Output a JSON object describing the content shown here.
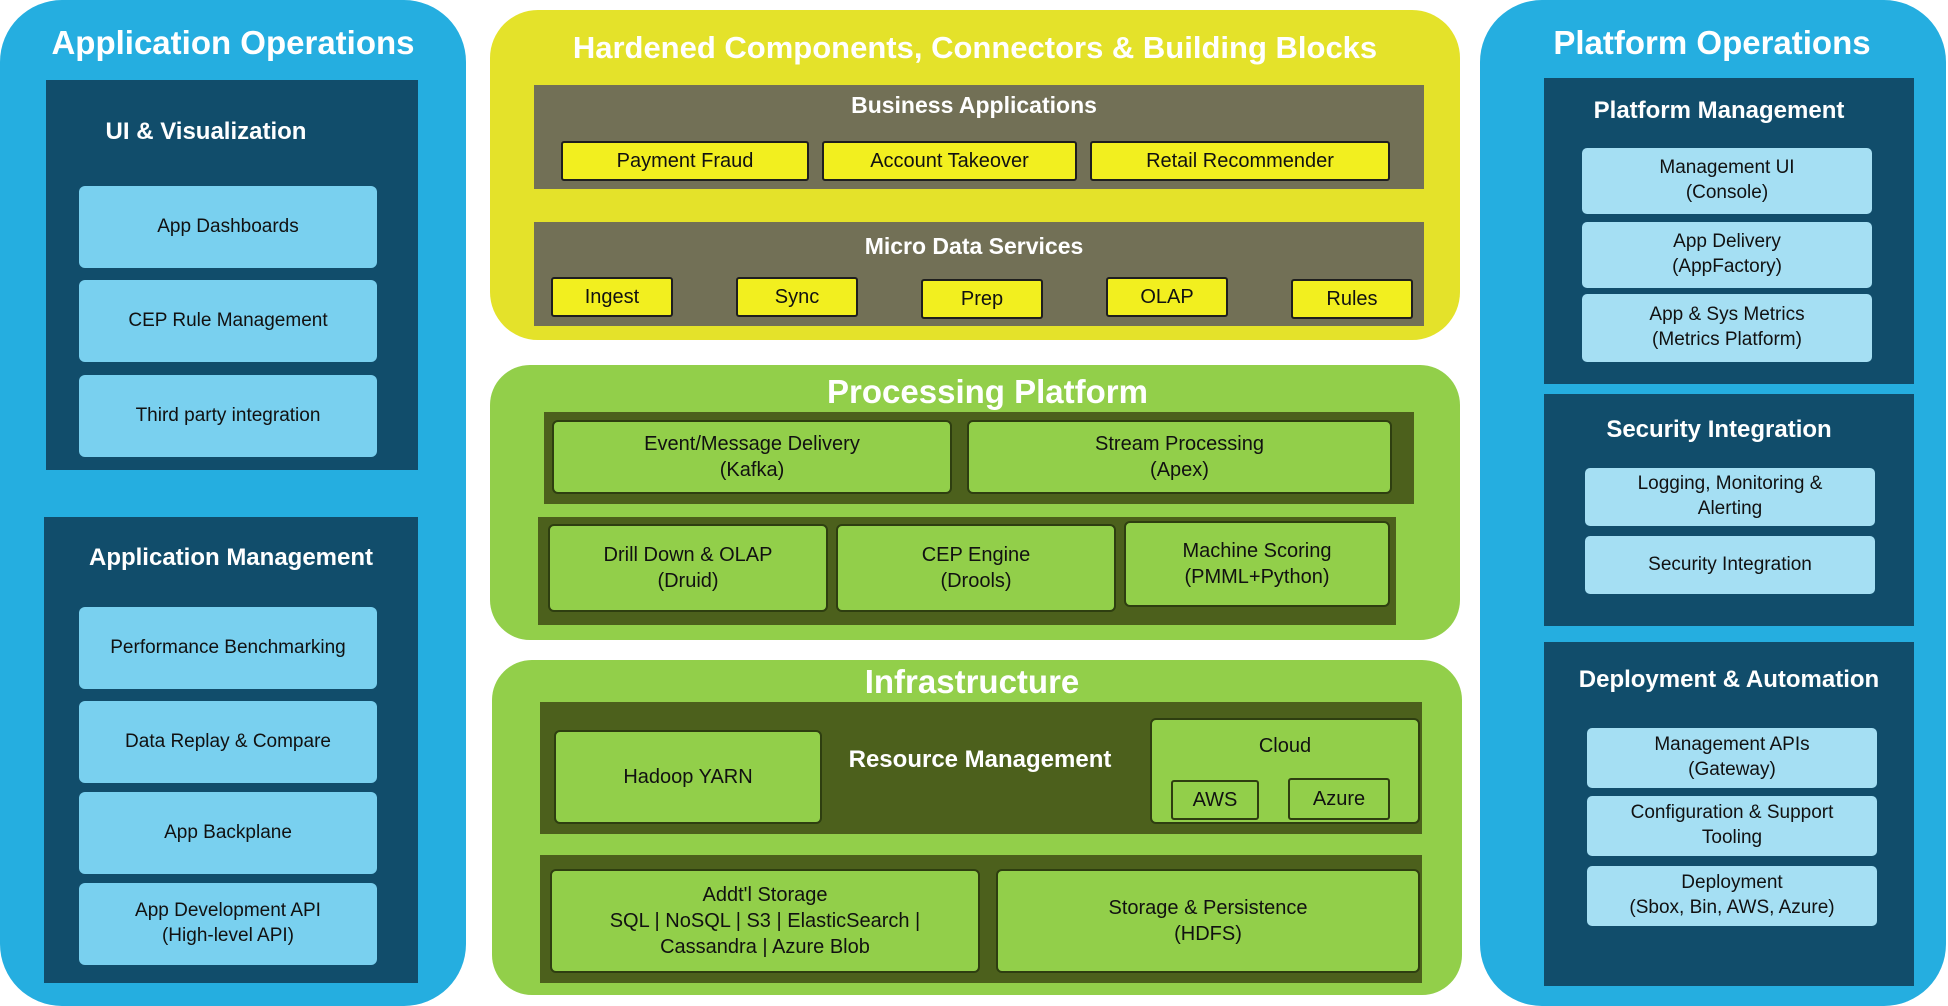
{
  "left": {
    "title": "Application Operations",
    "ui_section": {
      "title": "UI & Visualization",
      "items": [
        "App Dashboards",
        "CEP Rule Management",
        "Third party integration"
      ]
    },
    "mgmt_section": {
      "title": "Application Management",
      "items": [
        "Performance Benchmarking",
        "Data Replay & Compare",
        "App Backplane",
        "App Development API\n(High-level API)"
      ]
    }
  },
  "center": {
    "hardened": {
      "title": "Hardened Components, Connectors & Building Blocks",
      "business": {
        "title": "Business Applications",
        "items": [
          "Payment Fraud",
          "Account Takeover",
          "Retail Recommender"
        ]
      },
      "micro": {
        "title": "Micro Data Services",
        "items": [
          "Ingest",
          "Sync",
          "Prep",
          "OLAP",
          "Rules"
        ]
      }
    },
    "processing": {
      "title": "Processing Platform",
      "row1": [
        "Event/Message Delivery\n(Kafka)",
        "Stream Processing\n(Apex)"
      ],
      "row2": [
        "Drill Down & OLAP\n(Druid)",
        "CEP Engine\n(Drools)",
        "Machine Scoring\n(PMML+Python)"
      ]
    },
    "infrastructure": {
      "title": "Infrastructure",
      "hadoop": "Hadoop YARN",
      "resource_label": "Resource Management",
      "cloud": {
        "title": "Cloud",
        "items": [
          "AWS",
          "Azure"
        ]
      },
      "storage_addl": "Addt'l Storage\nSQL | NoSQL | S3 | ElasticSearch |\nCassandra | Azure Blob",
      "storage_persist": "Storage & Persistence\n(HDFS)"
    }
  },
  "right": {
    "title": "Platform Operations",
    "platform_mgmt": {
      "title": "Platform Management",
      "items": [
        "Management UI\n(Console)",
        "App Delivery\n(AppFactory)",
        "App & Sys Metrics\n(Metrics Platform)"
      ]
    },
    "security": {
      "title": "Security Integration",
      "items": [
        "Logging, Monitoring &\nAlerting",
        "Security Integration"
      ]
    },
    "deployment": {
      "title": "Deployment & Automation",
      "items": [
        "Management APIs\n(Gateway)",
        "Configuration & Support\nTooling",
        "Deployment\n(Sbox, Bin, AWS, Azure)"
      ]
    }
  },
  "colors": {
    "blue_column": "#25aee0",
    "navy_section": "#114d6b",
    "light_blue_box": "#79d0ef",
    "yellow_panel": "#e4e22a",
    "gray_band": "#727056",
    "yellow_button": "#f2ef1f",
    "green_panel": "#92cf4a",
    "dark_green": "#4c601c"
  }
}
